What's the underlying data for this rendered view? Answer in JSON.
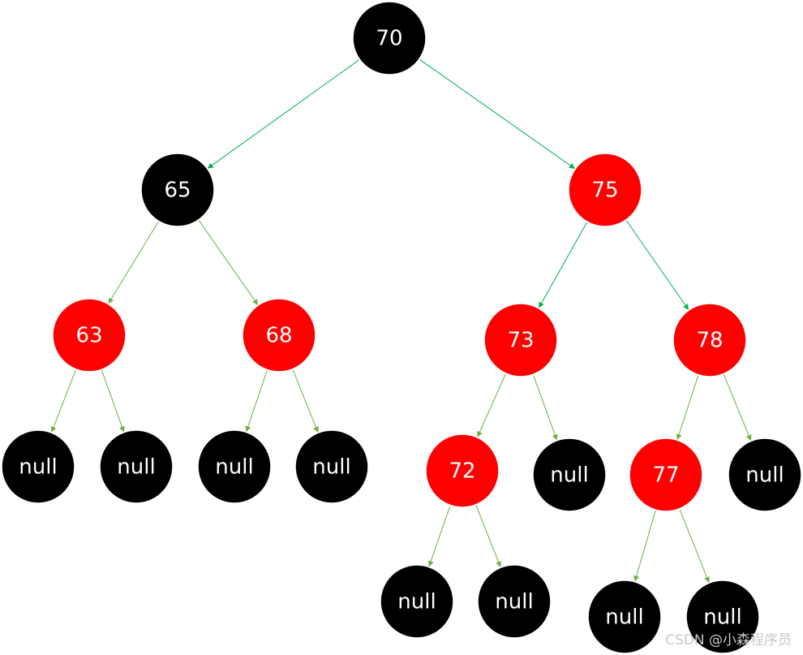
{
  "colors": {
    "red": "#ff0000",
    "black": "#000000",
    "text": "#ffffff",
    "edge": "#70ad47",
    "edge_alt": "#00b050"
  },
  "nodes": [
    {
      "id": "n70",
      "label": "70",
      "color": "black"
    },
    {
      "id": "n65",
      "label": "65",
      "color": "black"
    },
    {
      "id": "n75",
      "label": "75",
      "color": "red"
    },
    {
      "id": "n63",
      "label": "63",
      "color": "red"
    },
    {
      "id": "n68",
      "label": "68",
      "color": "red"
    },
    {
      "id": "n73",
      "label": "73",
      "color": "red"
    },
    {
      "id": "n78",
      "label": "78",
      "color": "red"
    },
    {
      "id": "null1",
      "label": "null",
      "color": "black"
    },
    {
      "id": "null2",
      "label": "null",
      "color": "black"
    },
    {
      "id": "null3",
      "label": "null",
      "color": "black"
    },
    {
      "id": "null4",
      "label": "null",
      "color": "black"
    },
    {
      "id": "n72",
      "label": "72",
      "color": "red"
    },
    {
      "id": "null5",
      "label": "null",
      "color": "black"
    },
    {
      "id": "n77",
      "label": "77",
      "color": "red"
    },
    {
      "id": "null6",
      "label": "null",
      "color": "black"
    },
    {
      "id": "null7",
      "label": "null",
      "color": "black"
    },
    {
      "id": "null8",
      "label": "null",
      "color": "black"
    },
    {
      "id": "null9",
      "label": "null",
      "color": "black"
    },
    {
      "id": "null10",
      "label": "null",
      "color": "black"
    }
  ],
  "edges": [
    {
      "from": "n70",
      "to": "n65"
    },
    {
      "from": "n70",
      "to": "n75"
    },
    {
      "from": "n65",
      "to": "n63"
    },
    {
      "from": "n65",
      "to": "n68"
    },
    {
      "from": "n75",
      "to": "n73"
    },
    {
      "from": "n75",
      "to": "n78"
    },
    {
      "from": "n63",
      "to": "null1"
    },
    {
      "from": "n63",
      "to": "null2"
    },
    {
      "from": "n68",
      "to": "null3"
    },
    {
      "from": "n68",
      "to": "null4"
    },
    {
      "from": "n73",
      "to": "n72"
    },
    {
      "from": "n73",
      "to": "null5"
    },
    {
      "from": "n78",
      "to": "n77"
    },
    {
      "from": "n78",
      "to": "null6"
    },
    {
      "from": "n72",
      "to": "null7"
    },
    {
      "from": "n72",
      "to": "null8"
    },
    {
      "from": "n77",
      "to": "null9"
    },
    {
      "from": "n77",
      "to": "null10"
    }
  ],
  "watermark": "CSDN @小森程序员"
}
